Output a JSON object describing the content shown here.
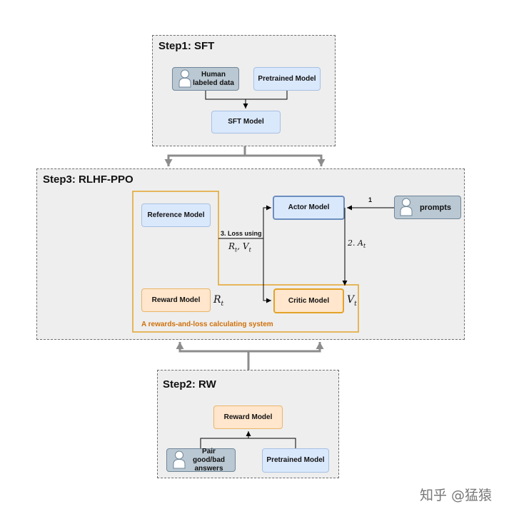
{
  "step1": {
    "title": "Step1: SFT",
    "human_data": "Human labeled data",
    "pretrained": "Pretrained Model",
    "sft_model": "SFT Model"
  },
  "step3": {
    "title": "Step3: RLHF-PPO",
    "reference_model": "Reference Model",
    "actor_model": "Actor Model",
    "prompts": "prompts",
    "reward_model": "Reward Model",
    "critic_model": "Critic Model",
    "edge_prompts": "1",
    "edge_advantage": "2. A",
    "edge_advantage_sub": "t",
    "edge_loss": "3. Loss using",
    "loss_vars": "R",
    "loss_vars_sub1": "t",
    "loss_vars_mid": ", V",
    "loss_vars_sub2": "t",
    "reward_symbol": "R",
    "reward_symbol_sub": "t",
    "critic_symbol": "V",
    "critic_symbol_sub": "t",
    "system_label": "A rewards-and-loss calculating system"
  },
  "step2": {
    "title": "Step2: RW",
    "reward_model": "Reward Model",
    "pair_answers": "Pair good/bad answers",
    "pretrained": "Pretrained Model"
  },
  "watermark": "知乎 @猛猿",
  "colors": {
    "blue_fill": "#dae8fc",
    "blue_border": "#6c8ebf",
    "orange_fill": "#ffe6cc",
    "orange_border": "#e3a32a",
    "gray_fill": "#bac8d3",
    "system_text": "#d0700a"
  }
}
